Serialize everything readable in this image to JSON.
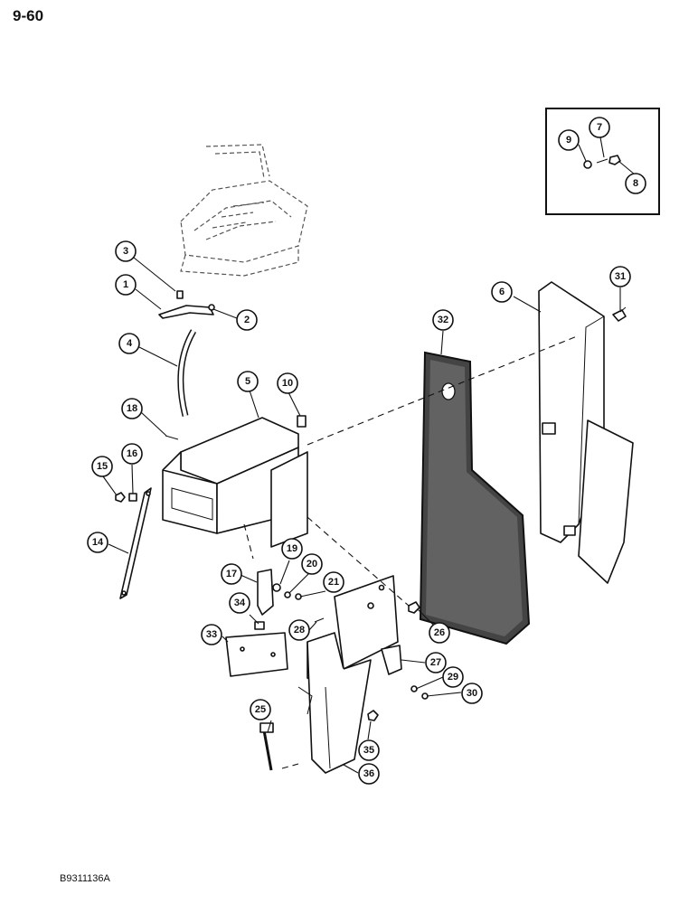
{
  "page": {
    "page_number": "9-60",
    "figure_code": "B9311136A"
  },
  "callouts": [
    {
      "id": "c1",
      "label": "1"
    },
    {
      "id": "c2",
      "label": "2"
    },
    {
      "id": "c3",
      "label": "3"
    },
    {
      "id": "c4",
      "label": "4"
    },
    {
      "id": "c5",
      "label": "5"
    },
    {
      "id": "c6",
      "label": "6"
    },
    {
      "id": "c7",
      "label": "7"
    },
    {
      "id": "c8",
      "label": "8"
    },
    {
      "id": "c9",
      "label": "9"
    },
    {
      "id": "c10",
      "label": "10"
    },
    {
      "id": "c14",
      "label": "14"
    },
    {
      "id": "c15",
      "label": "15"
    },
    {
      "id": "c16",
      "label": "16"
    },
    {
      "id": "c17",
      "label": "17"
    },
    {
      "id": "c18",
      "label": "18"
    },
    {
      "id": "c19",
      "label": "19"
    },
    {
      "id": "c20",
      "label": "20"
    },
    {
      "id": "c21",
      "label": "21"
    },
    {
      "id": "c25",
      "label": "25"
    },
    {
      "id": "c26",
      "label": "26"
    },
    {
      "id": "c27",
      "label": "27"
    },
    {
      "id": "c28",
      "label": "28"
    },
    {
      "id": "c29",
      "label": "29"
    },
    {
      "id": "c30",
      "label": "30"
    },
    {
      "id": "c31",
      "label": "31"
    },
    {
      "id": "c32",
      "label": "32"
    },
    {
      "id": "c33",
      "label": "33"
    },
    {
      "id": "c34",
      "label": "34"
    },
    {
      "id": "c35",
      "label": "35"
    },
    {
      "id": "c36",
      "label": "36"
    }
  ]
}
